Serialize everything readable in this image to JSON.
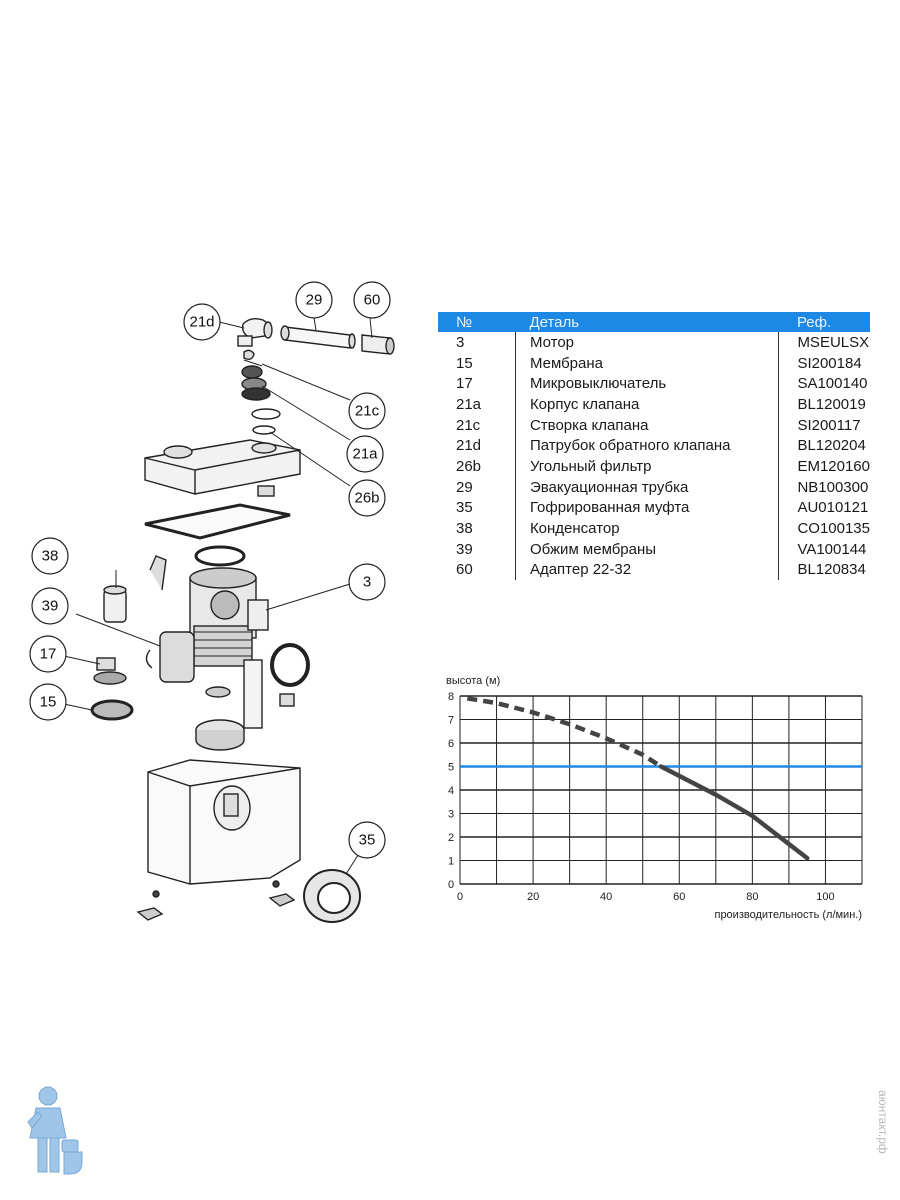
{
  "callouts": {
    "c21d": "21d",
    "c29": "29",
    "c60": "60",
    "c21c": "21c",
    "c21a": "21a",
    "c26b": "26b",
    "c38": "38",
    "c3": "3",
    "c39": "39",
    "c17": "17",
    "c15": "15",
    "c35": "35"
  },
  "table": {
    "headers": [
      "№",
      "Деталь",
      "Реф."
    ],
    "rows": [
      [
        "3",
        "Мотор",
        "MSEULSX"
      ],
      [
        "15",
        "Мембрана",
        "SI200184"
      ],
      [
        "17",
        "Микровыключатель",
        "SA100140"
      ],
      [
        "21a",
        "Корпус клапана",
        "BL120019"
      ],
      [
        "21c",
        "Створка клапана",
        "SI200117"
      ],
      [
        "21d",
        "Патрубок обратного клапана",
        "BL120204"
      ],
      [
        "26b",
        "Угольный фильтр",
        "EM120160"
      ],
      [
        "29",
        "Эвакуационная трубка",
        "NB100300"
      ],
      [
        "35",
        "Гофрированная муфта",
        "AU010121"
      ],
      [
        "38",
        "Конденсатор",
        "CO100135"
      ],
      [
        "39",
        "Обжим мембраны",
        "VA100144"
      ],
      [
        "60",
        "Адаптер 22-32",
        "BL120834"
      ]
    ],
    "header_color": "#1e88e5"
  },
  "chart_data": {
    "type": "line",
    "ylabel": "высота (м)",
    "xlabel": "производительность (л/мин.)",
    "xlim": [
      0,
      110
    ],
    "ylim": [
      0,
      8
    ],
    "xticks": [
      0,
      20,
      40,
      60,
      80,
      100
    ],
    "yticks": [
      0,
      1,
      2,
      3,
      4,
      5,
      6,
      7,
      8
    ],
    "grid": true,
    "reference_line": {
      "y": 5,
      "color": "#1e88e5"
    },
    "curve": {
      "x": [
        2,
        10,
        20,
        30,
        40,
        50,
        55,
        60,
        70,
        80,
        90,
        95
      ],
      "y": [
        7.9,
        7.7,
        7.3,
        6.8,
        6.2,
        5.5,
        5.0,
        4.6,
        3.8,
        2.9,
        1.7,
        1.1
      ],
      "dashed_until_x": 55
    }
  },
  "watermark": "аюнтакт.рф"
}
